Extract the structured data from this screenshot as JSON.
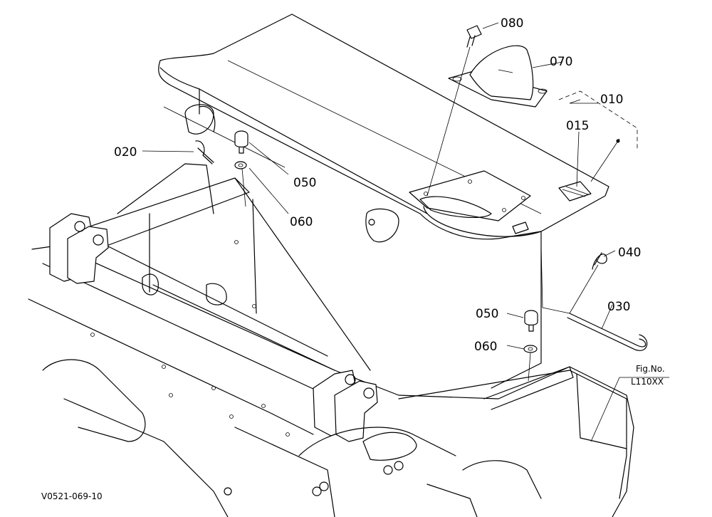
{
  "callouts": {
    "p010": "010",
    "p015": "015",
    "p020": "020",
    "p030": "030",
    "p040": "040",
    "p050a": "050",
    "p050b": "050",
    "p060a": "060",
    "p060b": "060",
    "p070": "070",
    "p080": "080"
  },
  "figure": {
    "fig_label": "Fig.No.",
    "fig_number": "L110XX",
    "drawing_code": "V0521-069-10"
  }
}
